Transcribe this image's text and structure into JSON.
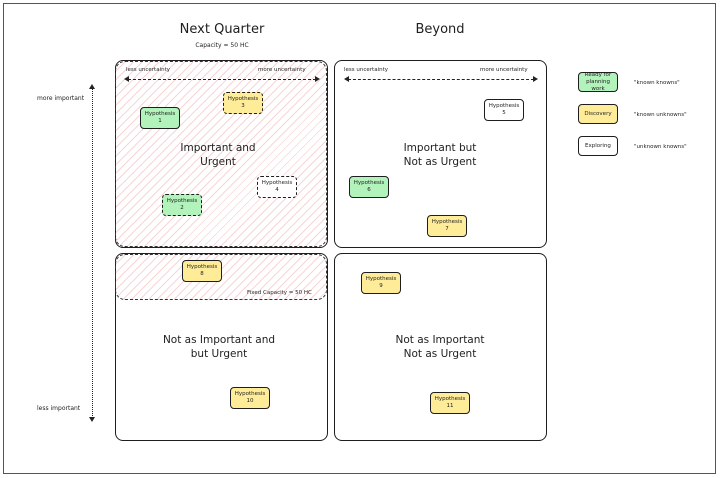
{
  "columns": {
    "next_quarter": "Next Quarter",
    "beyond": "Beyond",
    "capacity": "Capacity = 50 HC"
  },
  "uncertainty": {
    "less": "less uncertainty",
    "more": "more uncertainty"
  },
  "importance": {
    "more": "more important",
    "less": "less important"
  },
  "quadrants": {
    "q1_line1": "Important and",
    "q1_line2": "Urgent",
    "q2_line1": "Important but",
    "q2_line2": "Not as Urgent",
    "q3_line1": "Not as Important and",
    "q3_line2": "but Urgent",
    "q4_line1": "Not as Important",
    "q4_line2": "Not as Urgent"
  },
  "fixed_capacity": "Fixed Capacity = 50 HC",
  "hypotheses": [
    {
      "title": "Hypothesis",
      "num": "1"
    },
    {
      "title": "Hypothesis",
      "num": "2"
    },
    {
      "title": "Hypothesis",
      "num": "3"
    },
    {
      "title": "Hypothesis",
      "num": "4"
    },
    {
      "title": "Hypothesis",
      "num": "5"
    },
    {
      "title": "Hypothesis",
      "num": "6"
    },
    {
      "title": "Hypothesis",
      "num": "7"
    },
    {
      "title": "Hypothesis",
      "num": "8"
    },
    {
      "title": "Hypothesis",
      "num": "9"
    },
    {
      "title": "Hypothesis",
      "num": "10"
    },
    {
      "title": "Hypothesis",
      "num": "11"
    }
  ],
  "legend": [
    {
      "label_line1": "Ready for",
      "label_line2": "planning work",
      "desc": "\"known knowns\"",
      "color": "#b2f2bb"
    },
    {
      "label_line1": "Discovery",
      "label_line2": "",
      "desc": "\"known unknowns\"",
      "color": "#ffec99"
    },
    {
      "label_line1": "Exploring",
      "label_line2": "",
      "desc": "\"unknown knowns\"",
      "color": "#ffffff"
    }
  ]
}
